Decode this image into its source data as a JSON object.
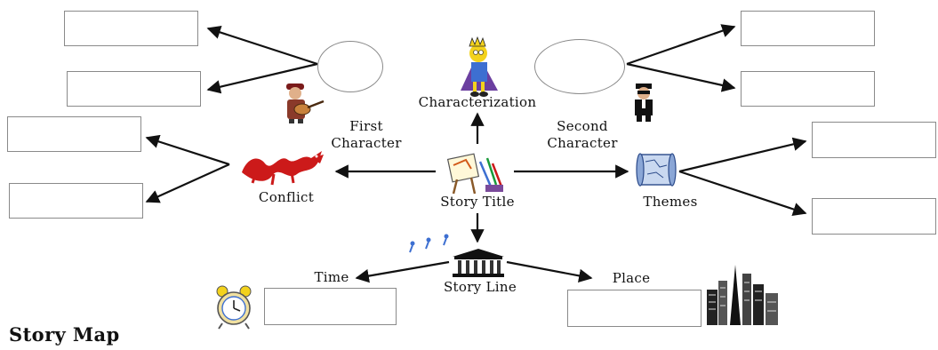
{
  "diagram": {
    "title": "Story Map",
    "center_label": "Story Title",
    "characterization_label": "Characterization",
    "first_character_label": "First\nCharacter",
    "second_character_label": "Second\nCharacter",
    "conflict_label": "Conflict",
    "themes_label": "Themes",
    "story_line_label": "Story Line",
    "time_label": "Time",
    "place_label": "Place",
    "icons": {
      "characterization": "cartoon-character-icon",
      "first_character": "guitar-player-icon",
      "second_character": "spy-icon",
      "conflict": "dragon-icon",
      "center": "art-supplies-icon",
      "themes": "scroll-map-icon",
      "story_line": "building-columns-icon",
      "time": "alarm-clock-icon",
      "place": "city-skyline-icon",
      "decoration": "dancing-figures-icon"
    },
    "colors": {
      "line": "#111111",
      "box_border": "#8a8a8a",
      "dragon": "#cc1a1a",
      "scroll": "#8aa6d6",
      "character_purple": "#6b3fa0",
      "character_yellow": "#f3d21c",
      "character_blue": "#3d6fd1"
    }
  }
}
